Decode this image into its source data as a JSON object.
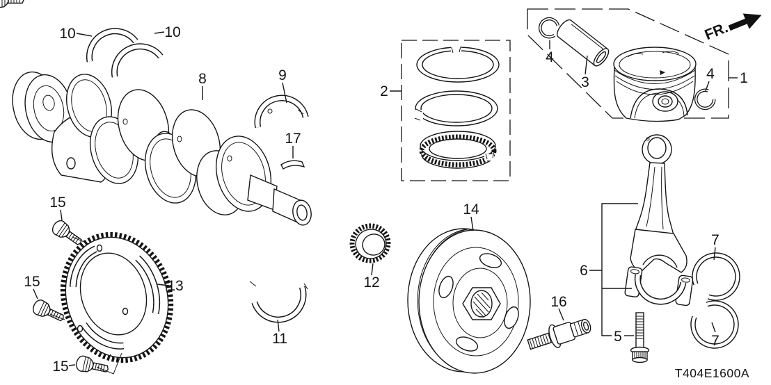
{
  "colors": {
    "ink": "#161616",
    "paper": "#ffffff"
  },
  "direction_label": "FR.",
  "diagram_code": "T404E1600A",
  "callouts": [
    "10",
    "10",
    "8",
    "9",
    "17",
    "2",
    "4",
    "3",
    "4",
    "1",
    "15",
    "15",
    "15",
    "13",
    "11",
    "12",
    "14",
    "16",
    "6",
    "5",
    "7",
    "7"
  ]
}
